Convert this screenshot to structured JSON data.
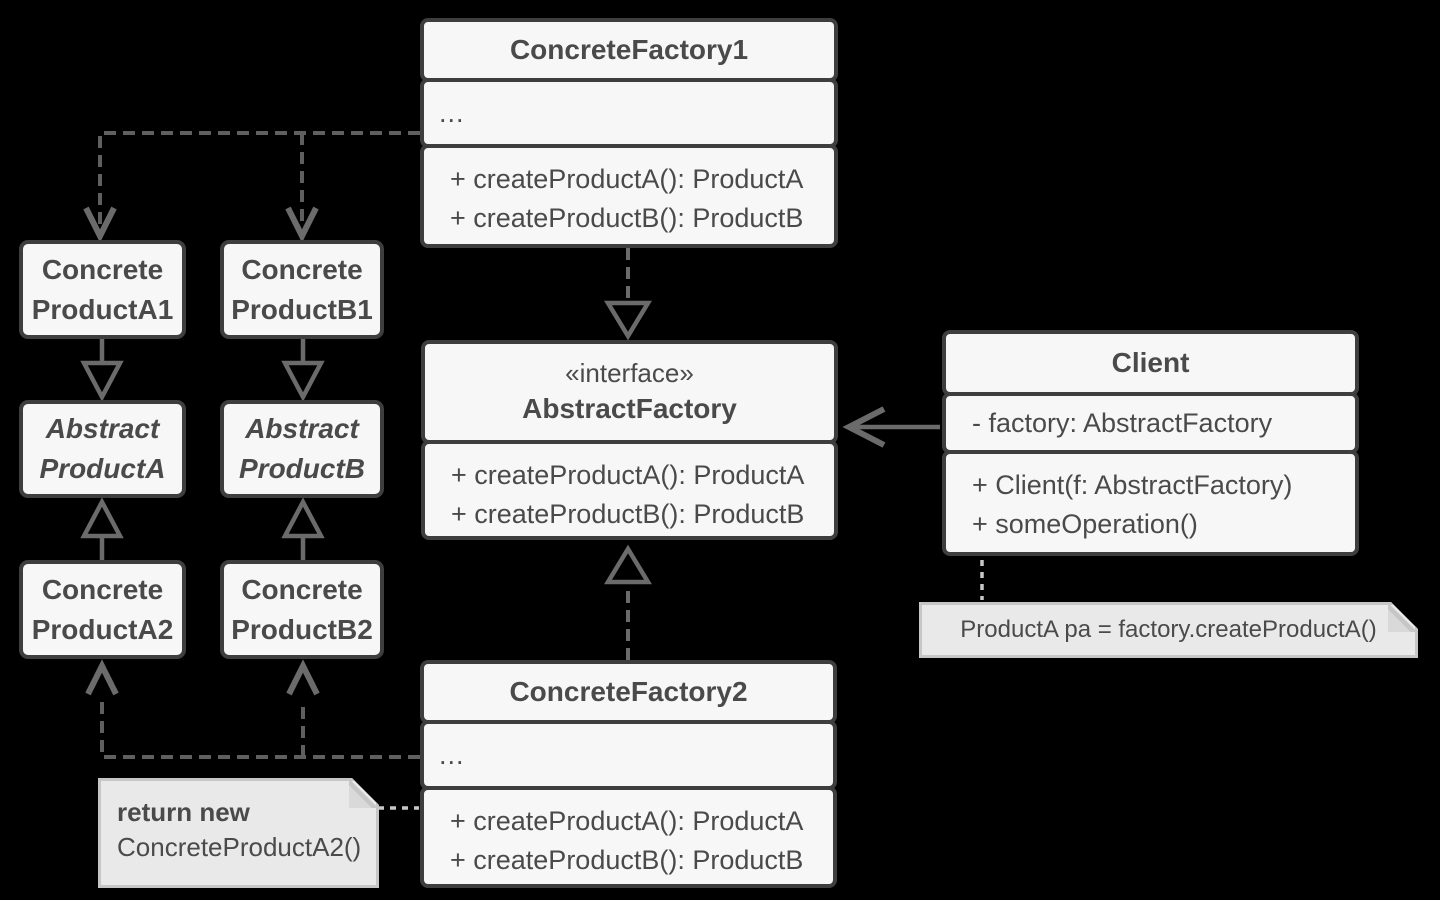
{
  "colors": {
    "background": "#000000",
    "box_fill": "#f7f7f7",
    "box_border": "#3e3e3e",
    "text": "#4a4a4a",
    "line": "#6b6b6b",
    "dash_line": "#5f5f5f",
    "note_fill": "#e9e9e9",
    "note_border": "#c6c6c6",
    "note_line": "#c8c8c8"
  },
  "classes": {
    "concrete_factory1": {
      "title": "ConcreteFactory1",
      "fields": "...",
      "methods": [
        "+ createProductA(): ProductA",
        "+ createProductB(): ProductB"
      ]
    },
    "abstract_factory": {
      "stereotype": "«interface»",
      "title": "AbstractFactory",
      "methods": [
        "+ createProductA(): ProductA",
        "+ createProductB(): ProductB"
      ]
    },
    "client": {
      "title": "Client",
      "fields": [
        "- factory: AbstractFactory"
      ],
      "methods": [
        "+ Client(f: AbstractFactory)",
        "+ someOperation()"
      ]
    },
    "concrete_factory2": {
      "title": "ConcreteFactory2",
      "fields": "...",
      "methods": [
        "+ createProductA(): ProductA",
        "+ createProductB(): ProductB"
      ]
    },
    "concrete_product_a1": {
      "line1": "Concrete",
      "line2": "ProductA1"
    },
    "concrete_product_b1": {
      "line1": "Concrete",
      "line2": "ProductB1"
    },
    "abstract_product_a": {
      "line1": "Abstract",
      "line2": "ProductA"
    },
    "abstract_product_b": {
      "line1": "Abstract",
      "line2": "ProductB"
    },
    "concrete_product_a2": {
      "line1": "Concrete",
      "line2": "ProductA2"
    },
    "concrete_product_b2": {
      "line1": "Concrete",
      "line2": "ProductB2"
    }
  },
  "notes": {
    "client_note": "ProductA pa = factory.createProductA()",
    "factory2_note": {
      "line1": "return new",
      "line2": "ConcreteProductA2()"
    }
  }
}
